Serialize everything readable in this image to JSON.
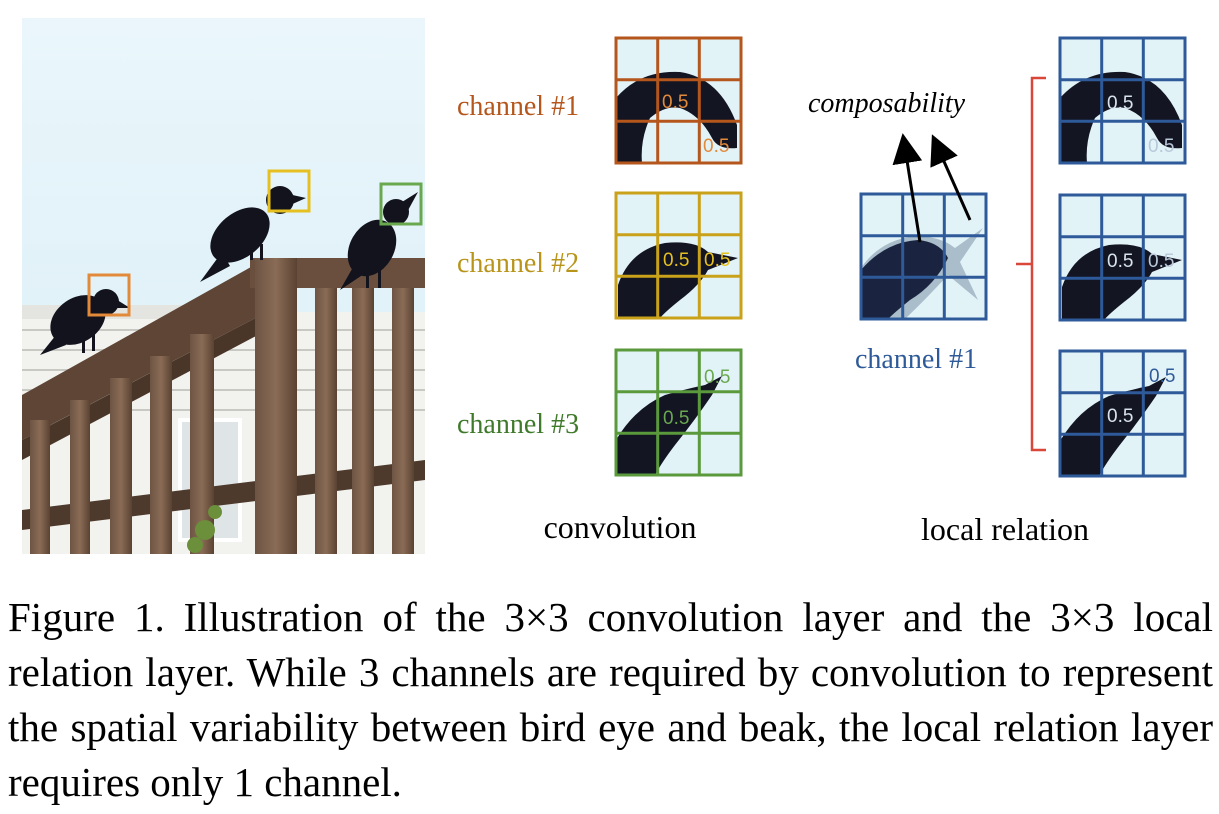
{
  "figure": {
    "convolution": {
      "title": "convolution",
      "channels": [
        {
          "label": "channel #1",
          "color": "#b5561c",
          "values": [
            "0.5",
            "0.5"
          ]
        },
        {
          "label": "channel #2",
          "color": "#c9a21a",
          "values": [
            "0.5",
            "0.5"
          ]
        },
        {
          "label": "channel #3",
          "color": "#5a9a3c",
          "values": [
            "0.5",
            "0.5"
          ]
        }
      ]
    },
    "local_relation": {
      "title": "local relation",
      "input_label": "channel #1",
      "color": "#2e5a99",
      "annotation": "composability",
      "outputs": [
        {
          "values": [
            "0.5",
            "0.5"
          ]
        },
        {
          "values": [
            "0.5",
            "0.5"
          ]
        },
        {
          "values": [
            "0.5",
            "0.5"
          ]
        }
      ]
    },
    "photo_boxes": [
      {
        "color": "#e28a3a"
      },
      {
        "color": "#e5c020"
      },
      {
        "color": "#6aa84f"
      }
    ]
  },
  "caption": "Figure 1. Illustration of the 3×3 convolution layer and the 3×3 local relation layer. While 3 channels are required by convolution to represent the spatial variability between bird eye and beak, the local relation layer requires only 1 channel."
}
